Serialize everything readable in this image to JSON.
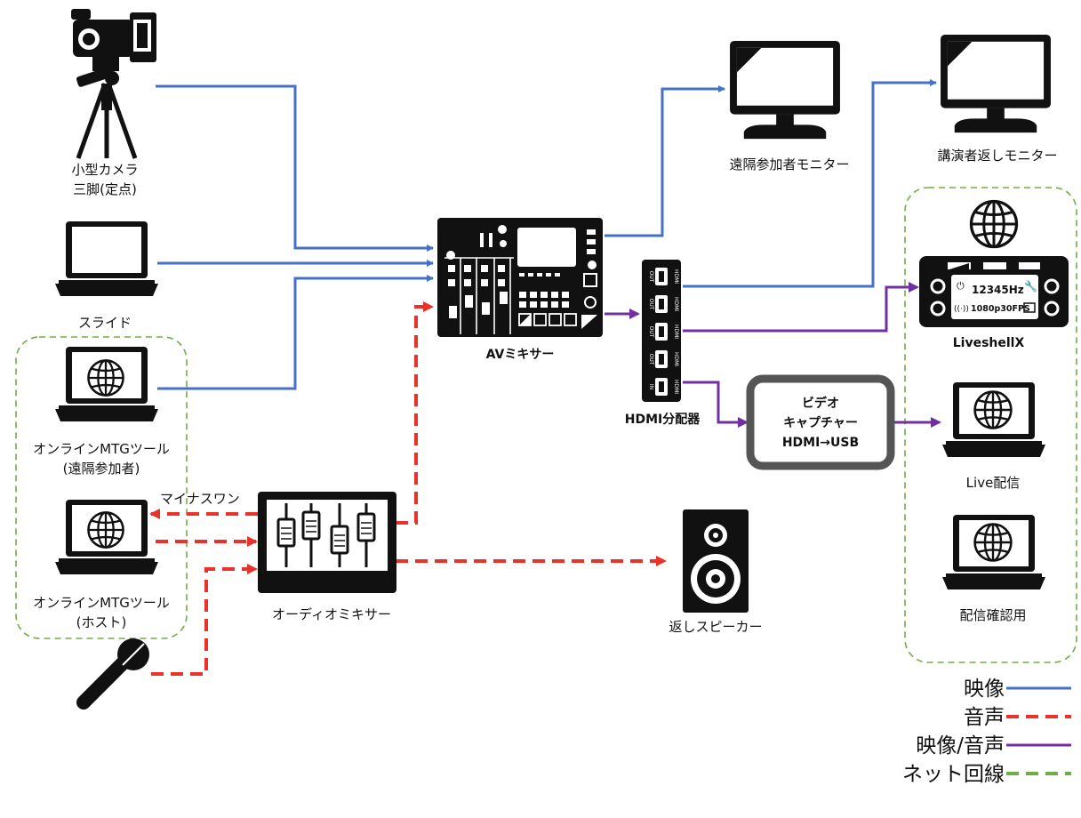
{
  "labels": {
    "camera": [
      "小型カメラ",
      "三脚(定点)"
    ],
    "slide": "スライド",
    "online_remote": [
      "オンラインMTGツール",
      "(遠隔参加者)"
    ],
    "online_host": [
      "オンラインMTGツール",
      "(ホスト)"
    ],
    "minus_one": "マイナスワン",
    "audio_mixer": "オーディオミキサー",
    "av_mixer": "AVミキサー",
    "hdmi_splitter": "HDMI分配器",
    "capture": [
      "ビデオ",
      "キャプチャー",
      "HDMI→USB"
    ],
    "remote_monitor": "遠隔参加者モニター",
    "speaker_monitor": "講演者返しモニター",
    "liveshell": "LiveshellX",
    "liveshell_freq": "12345Hz",
    "liveshell_fps": "1080p30FPS",
    "live": "Live配信",
    "confirm": "配信確認用",
    "return_speaker": "返しスピーカー"
  },
  "splitter_ports": [
    [
      "OUT",
      "HDMI"
    ],
    [
      "OUT",
      "HDMI"
    ],
    [
      "OUT",
      "HDMI"
    ],
    [
      "OUT",
      "HDMI"
    ],
    [
      "IN",
      "HDMI"
    ]
  ],
  "legend": [
    {
      "label": "映像",
      "color": "#4472c4",
      "style": "solid"
    },
    {
      "label": "音声",
      "color": "#e8332a",
      "style": "dashed"
    },
    {
      "label": "映像/音声",
      "color": "#7030a0",
      "style": "solid"
    },
    {
      "label": "ネット回線",
      "color": "#70ad47",
      "style": "dashed"
    }
  ],
  "icons": {
    "camera": "video-camera-icon",
    "laptop": "laptop-icon",
    "globe": "globe-icon",
    "mixer": "av-mixer-icon",
    "audio_mixer": "audio-mixer-icon",
    "monitor": "monitor-icon",
    "speaker": "speaker-icon",
    "microphone": "microphone-icon"
  }
}
